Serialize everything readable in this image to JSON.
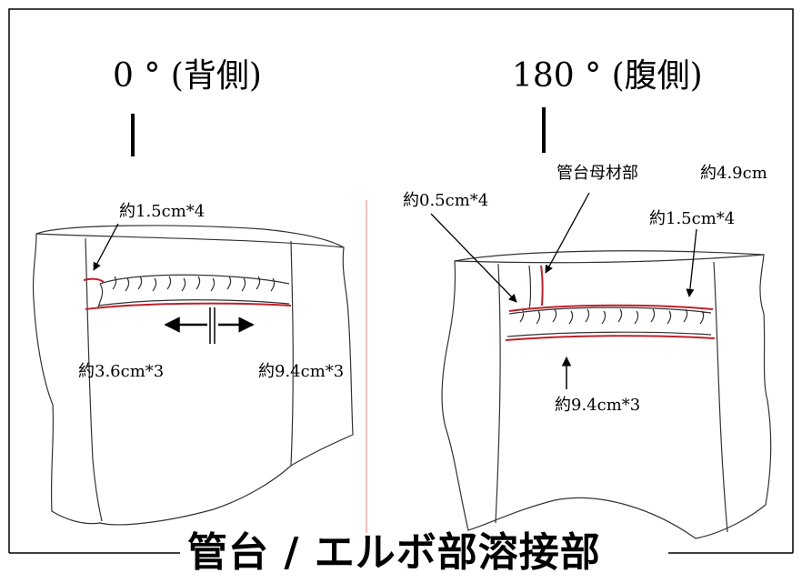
{
  "figure": {
    "title": "管台 / エルボ部溶接部",
    "colors": {
      "weld_line": "#c0202a",
      "outline": "#333333",
      "divider": "#e08080",
      "frame": "#000000"
    }
  },
  "left_view": {
    "heading": "0 ° (背側)",
    "labels": {
      "top_callout": "約1.5cm*4",
      "bottom_left": "約3.6cm*3",
      "bottom_right": "約9.4cm*3"
    }
  },
  "right_view": {
    "heading": "180 ° (腹側)",
    "labels": {
      "base_metal": "管台母材部",
      "base_metal_size": "約4.9cm",
      "left_callout": "約0.5cm*4",
      "right_callout": "約1.5cm*4",
      "bottom_callout": "約9.4cm*3"
    }
  }
}
